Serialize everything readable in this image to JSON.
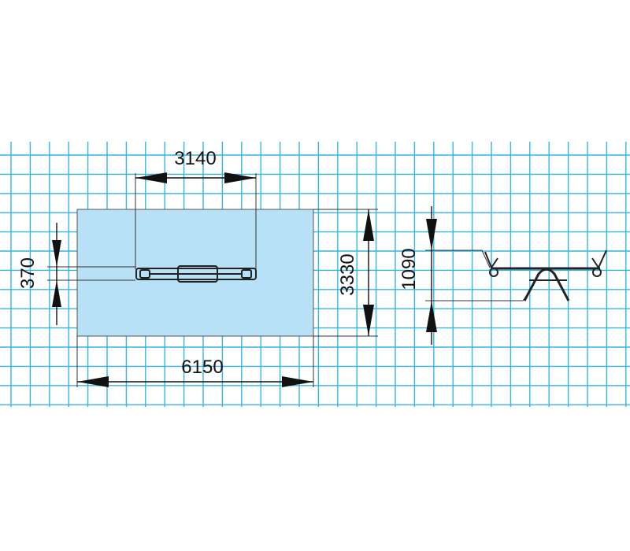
{
  "dimensions": {
    "top_width": "3140",
    "left_height": "370",
    "total_width": "6150",
    "total_depth": "3330",
    "side_height": "1090"
  },
  "colors": {
    "grid": "#35b4e6",
    "zone_fill": "#b8e0f7",
    "lines": "#111111"
  }
}
